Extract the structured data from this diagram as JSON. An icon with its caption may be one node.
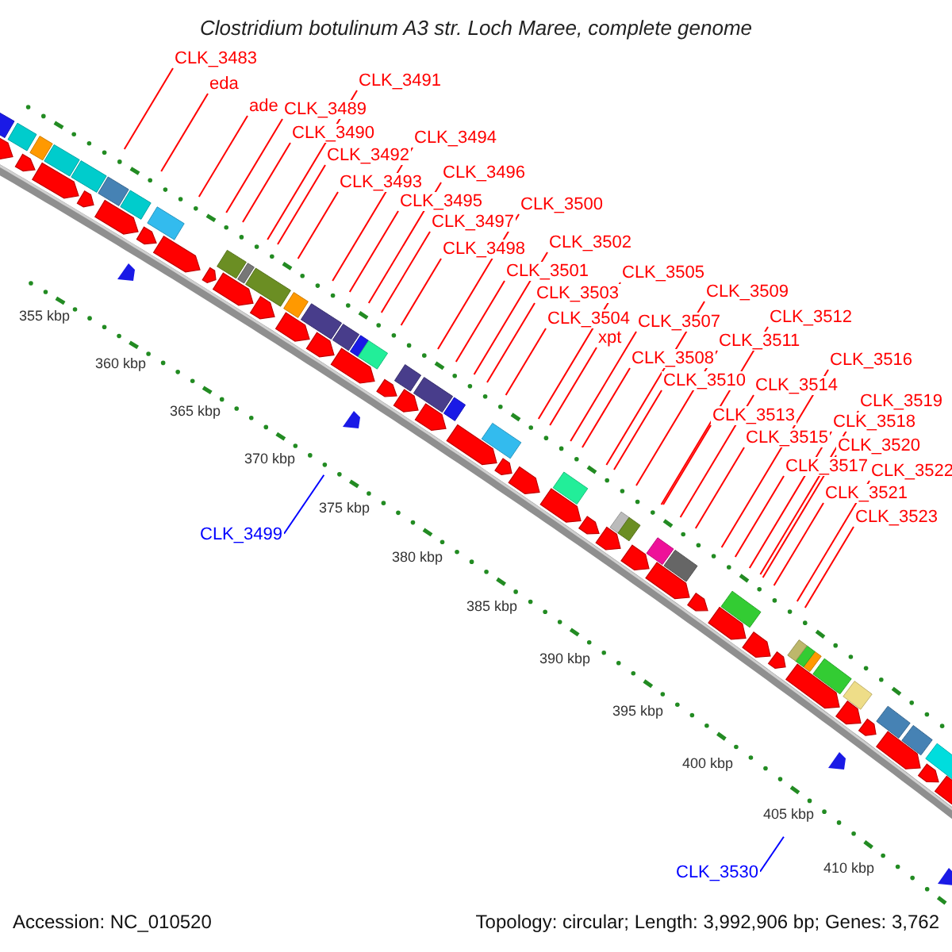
{
  "diagram": {
    "title": "Clostridium botulinum A3 str. Loch Maree, complete genome",
    "nodes": [
      {
        "text": [
          "CLK_3483"
        ]
      },
      {
        "text": [
          "CLK_3491"
        ]
      },
      {
        "text": [
          "eda"
        ]
      },
      {
        "text": [
          "ade"
        ]
      },
      {
        "text": [
          "CLK_3489"
        ]
      },
      {
        "text": [
          "CLK_3490"
        ]
      },
      {
        "text": [
          "CLK_3494"
        ]
      },
      {
        "text": [
          "CLK_3492"
        ]
      },
      {
        "text": [
          "CLK_3496"
        ]
      },
      {
        "text": [
          "CLK_3493"
        ]
      },
      {
        "text": [
          "CLK_3495"
        ]
      },
      {
        "text": [
          "CLK_3500"
        ]
      },
      {
        "text": [
          "CLK_3497"
        ]
      },
      {
        "text": [
          "CLK_3502"
        ]
      },
      {
        "text": [
          "CLK_3498"
        ]
      },
      {
        "text": [
          "CLK_3501"
        ]
      },
      {
        "text": [
          "CLK_3505"
        ]
      },
      {
        "text": [
          "CLK_3509"
        ]
      },
      {
        "text": [
          "CLK_3503"
        ]
      },
      {
        "text": [
          "CLK_3512"
        ]
      },
      {
        "text": [
          "CLK_3504"
        ]
      },
      {
        "text": [
          "CLK_3507"
        ]
      },
      {
        "text": [
          "xpt"
        ]
      },
      {
        "text": [
          "CLK_3511"
        ]
      },
      {
        "text": [
          "CLK_3508"
        ]
      },
      {
        "text": [
          "CLK_3516"
        ]
      },
      {
        "text": [
          "CLK_3510"
        ]
      },
      {
        "text": [
          "CLK_3514"
        ]
      },
      {
        "text": [
          "CLK_3519"
        ]
      },
      {
        "text": [
          "CLK_3513"
        ]
      },
      {
        "text": [
          "CLK_3518"
        ]
      },
      {
        "text": [
          "CLK_3515"
        ]
      },
      {
        "text": [
          "CLK_3520"
        ]
      },
      {
        "text": [
          "CLK_3517"
        ]
      },
      {
        "text": [
          "CLK_3522"
        ]
      },
      {
        "text": [
          "CLK_3521"
        ]
      },
      {
        "text": [
          "CLK_3523"
        ]
      },
      {
        "text": [
          "CLK_3499"
        ]
      },
      {
        "text": [
          "CLK_3530"
        ]
      }
    ],
    "edges": [
      {
        "from": 0,
        "to": null,
        "arrow": "none"
      },
      {
        "from": 1,
        "to": null,
        "arrow": "none"
      },
      {
        "from": 2,
        "to": null,
        "arrow": "none"
      },
      {
        "from": 3,
        "to": null,
        "arrow": "none"
      },
      {
        "from": 4,
        "to": null,
        "arrow": "none"
      },
      {
        "from": 5,
        "to": null,
        "arrow": "none"
      },
      {
        "from": 6,
        "to": null,
        "arrow": "none"
      },
      {
        "from": 7,
        "to": null,
        "arrow": "none"
      },
      {
        "from": 8,
        "to": null,
        "arrow": "none"
      },
      {
        "from": 9,
        "to": null,
        "arrow": "none"
      },
      {
        "from": 10,
        "to": null,
        "arrow": "none"
      },
      {
        "from": 11,
        "to": null,
        "arrow": "none"
      },
      {
        "from": 12,
        "to": null,
        "arrow": "none"
      },
      {
        "from": 13,
        "to": null,
        "arrow": "none"
      },
      {
        "from": 14,
        "to": null,
        "arrow": "none"
      },
      {
        "from": 15,
        "to": null,
        "arrow": "none"
      },
      {
        "from": 16,
        "to": null,
        "arrow": "none"
      },
      {
        "from": 17,
        "to": null,
        "arrow": "none"
      },
      {
        "from": 18,
        "to": null,
        "arrow": "none"
      },
      {
        "from": 19,
        "to": null,
        "arrow": "none"
      },
      {
        "from": 20,
        "to": null,
        "arrow": "none"
      },
      {
        "from": 21,
        "to": null,
        "arrow": "none"
      },
      {
        "from": 22,
        "to": null,
        "arrow": "none"
      },
      {
        "from": 23,
        "to": null,
        "arrow": "none"
      },
      {
        "from": 24,
        "to": null,
        "arrow": "none"
      },
      {
        "from": 25,
        "to": null,
        "arrow": "none"
      },
      {
        "from": 26,
        "to": null,
        "arrow": "none"
      },
      {
        "from": 27,
        "to": null,
        "arrow": "none"
      },
      {
        "from": 28,
        "to": null,
        "arrow": "none"
      },
      {
        "from": 29,
        "to": null,
        "arrow": "none"
      },
      {
        "from": 30,
        "to": null,
        "arrow": "none"
      },
      {
        "from": 31,
        "to": null,
        "arrow": "none"
      },
      {
        "from": 32,
        "to": null,
        "arrow": "none"
      },
      {
        "from": 33,
        "to": null,
        "arrow": "none"
      },
      {
        "from": 34,
        "to": null,
        "arrow": "none"
      },
      {
        "from": 35,
        "to": null,
        "arrow": "none"
      },
      {
        "from": 36,
        "to": null,
        "arrow": "none"
      },
      {
        "from": 37,
        "to": null,
        "arrow": "none",
        "color": "#0000ff"
      },
      {
        "from": 38,
        "to": null,
        "arrow": "none",
        "color": "#0000ff"
      }
    ],
    "labels": [
      "355 kbp",
      "360 kbp",
      "365 kbp",
      "370 kbp",
      "375 kbp",
      "380 kbp",
      "385 kbp",
      "390 kbp",
      "395 kbp",
      "400 kbp",
      "405 kbp",
      "410 kbp",
      "Accession: NC_010520",
      "Topology: circular; Length: 3,992,906 bp; Genes: 3,762"
    ]
  }
}
